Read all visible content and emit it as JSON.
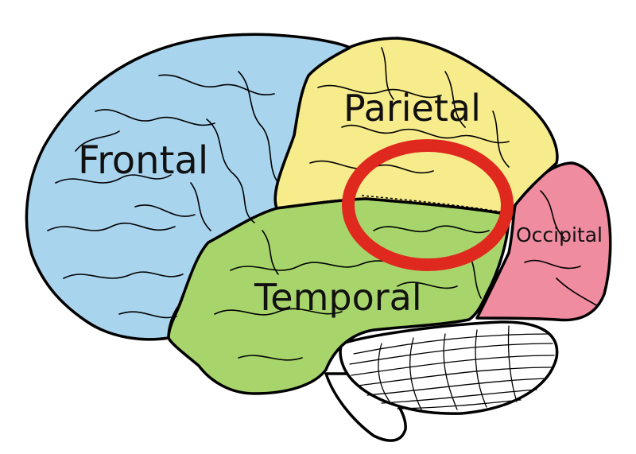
{
  "labels": {
    "frontal": "Frontal",
    "parietal": "Parietal",
    "temporal": "Temporal",
    "occipital": "Occipital"
  },
  "colors": {
    "frontal": "#a9d4ee",
    "parietal": "#f7ec8c",
    "temporal": "#a8d56b",
    "occipital": "#f08ca0",
    "cerebellum": "#ffffff",
    "highlight": "#e0291e"
  },
  "highlight": {
    "shape": "ellipse",
    "color": "#e0291e"
  }
}
